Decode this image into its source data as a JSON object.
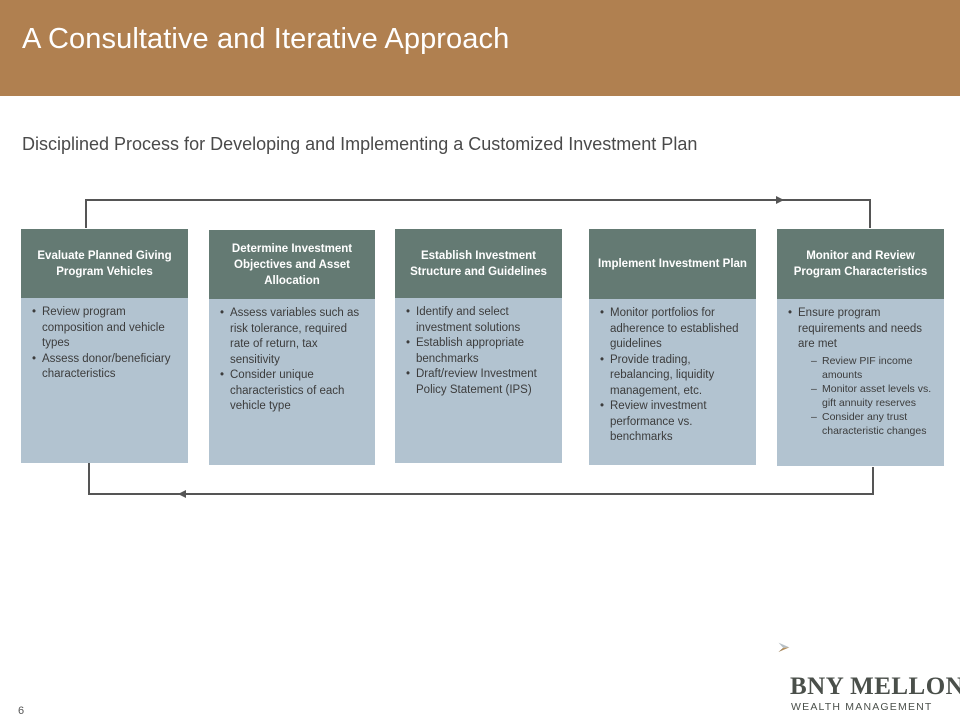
{
  "header": {
    "title": "A Consultative and Iterative Approach",
    "subtitle": "Disciplined Process for Developing and Implementing a Customized Investment Plan",
    "bar_color": "#b08050"
  },
  "steps": [
    {
      "title": "Evaluate Planned Giving Program Vehicles",
      "bullets": [
        {
          "text": "Review program composition and vehicle types"
        },
        {
          "text": "Assess donor/beneficiary characteristics"
        }
      ]
    },
    {
      "title": "Determine Investment Objectives and Asset Allocation",
      "bullets": [
        {
          "text": "Assess variables such as risk tolerance, required rate of return, tax sensitivity"
        },
        {
          "text": "Consider unique characteristics of each vehicle type"
        }
      ]
    },
    {
      "title": "Establish Investment Structure and Guidelines",
      "bullets": [
        {
          "text": "Identify and select investment solutions"
        },
        {
          "text": "Establish appropriate benchmarks"
        },
        {
          "text": "Draft/review Investment Policy Statement (IPS)"
        }
      ]
    },
    {
      "title": "Implement Investment Plan",
      "bullets": [
        {
          "text": "Monitor portfolios for adherence to established guidelines"
        },
        {
          "text": "Provide trading, rebalancing, liquidity management, etc."
        },
        {
          "text": "Review investment performance vs. benchmarks"
        }
      ]
    },
    {
      "title": "Monitor and Review Program Characteristics",
      "bullets": [
        {
          "text": "Ensure program requirements and needs are met",
          "sub": [
            "Review PIF income amounts",
            "Monitor asset levels vs. gift annuity reserves",
            "Consider any trust characteristic changes"
          ]
        }
      ]
    }
  ],
  "colors": {
    "step_header": "#647a73",
    "step_body": "#b2c3d0",
    "connector": "#555555"
  },
  "footer": {
    "page_number": "6",
    "logo_name": "BNY MELLON",
    "logo_subtitle": "WEALTH MANAGEMENT"
  }
}
